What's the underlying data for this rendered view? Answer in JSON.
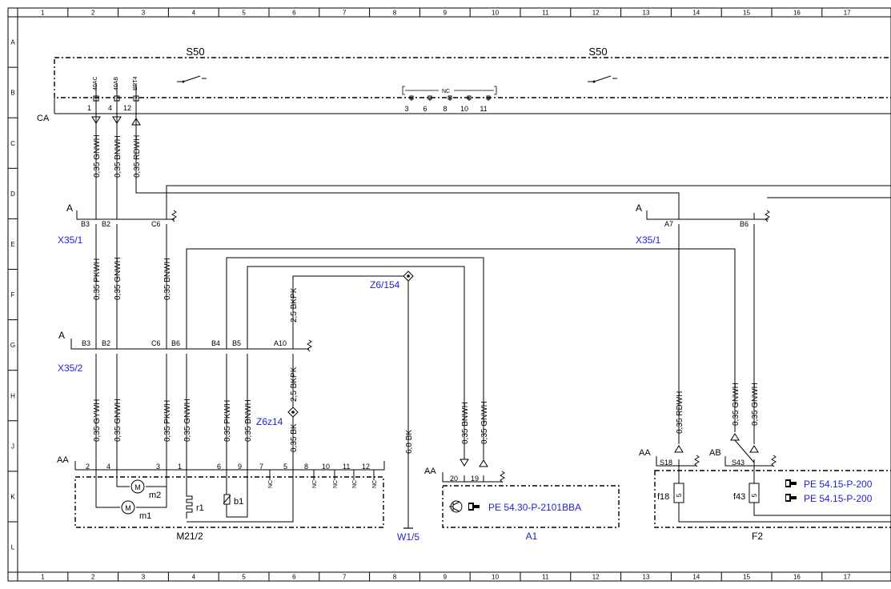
{
  "frame": {
    "columns": [
      "1",
      "2",
      "3",
      "4",
      "5",
      "6",
      "7",
      "8",
      "9",
      "10",
      "11",
      "12",
      "13",
      "14",
      "15",
      "16",
      "17"
    ],
    "rows": [
      "A",
      "B",
      "C",
      "D",
      "E",
      "F",
      "G",
      "H",
      "J",
      "K",
      "L"
    ]
  },
  "colors": {
    "line": "#000000",
    "link": "#1f1fd2",
    "background": "#ffffff"
  },
  "s50": {
    "name": "S50",
    "bus": "CA",
    "pins": [
      {
        "pin": "1",
        "code": "40AC"
      },
      {
        "pin": "4",
        "code": "40AB"
      },
      {
        "pin": "12",
        "code": "BPT4"
      }
    ],
    "nc_label": "NC",
    "nc_pins": [
      "3",
      "6",
      "8",
      "10",
      "11"
    ]
  },
  "wires": {
    "w_1": "0,35 GNWH",
    "w_2": "0,35 BNWH",
    "w_3": "0,35 RDWH",
    "w_4": "0,35 PKWH",
    "w_5": "0,35 GNWH",
    "w_6": "0,35 BNWH",
    "w_7": "2,5 BKPK",
    "w_8": "0,35 GYWH",
    "w_9": "0,35 GNWH",
    "w_10": "0,35 PKWH",
    "w_11": "0,35 GNWH",
    "w_12": "0,35 PKWH",
    "w_13": "0,35 BNWH",
    "w_14": "2,5 BKPK",
    "w_15": "0,35 BK",
    "w_16": "6,0 BK",
    "w_17": "0,35 BNWH",
    "w_18": "0,35 GNWH",
    "w_19": "0,35 RDWH",
    "w_20": "0,35 GNWH",
    "w_21": "0,35 GNWH"
  },
  "x35_1": {
    "name": "X35/1",
    "tag": "A",
    "pins": [
      "B3",
      "B2",
      "C6"
    ]
  },
  "x35_1_right": {
    "name": "X35/1",
    "tag": "A",
    "pins": [
      "A7",
      "B6"
    ]
  },
  "x35_2": {
    "name": "X35/2",
    "tag": "A",
    "pins": [
      "B3",
      "B2",
      "C6",
      "B6",
      "B4",
      "B5",
      "A10"
    ]
  },
  "splices": {
    "z6_154": "Z6/154",
    "z6z14": "Z6z14"
  },
  "ground": {
    "name": "W1/5"
  },
  "m21_2": {
    "name": "M21/2",
    "tag": "AA",
    "pins": [
      "2",
      "4",
      "3",
      "1",
      "6",
      "9",
      "7",
      "5",
      "8",
      "10",
      "11",
      "12"
    ],
    "nc": "NC",
    "m1": "m1",
    "m2": "m2",
    "motor": "M",
    "r1": "r1",
    "b1": "b1"
  },
  "a1": {
    "name": "A1",
    "tag": "AA",
    "pins": [
      "20",
      "19"
    ],
    "ref": "PE 54.30-P-2101BBA"
  },
  "f2": {
    "name": "F2",
    "tag_aa": "AA",
    "tag_ab": "AB",
    "conn_aa": "S18",
    "conn_ab": "S43",
    "fuses": [
      "f18",
      "f43"
    ],
    "fuse_value": "5",
    "refs": [
      "PE 54.15-P-200",
      "PE 54.15-P-200"
    ]
  }
}
